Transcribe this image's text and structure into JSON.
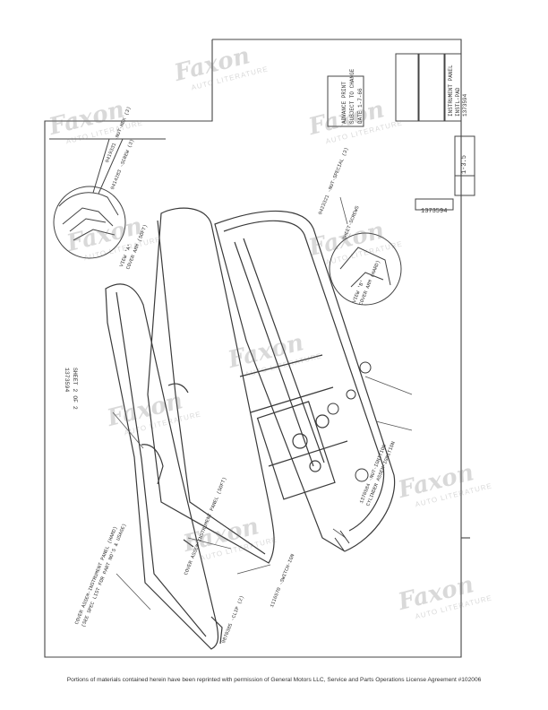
{
  "drawing": {
    "part_number": "1373594",
    "sheet_note": "SHEET 2 OF 2",
    "advance_print": [
      "ADVANCE PRINT",
      "SUBJECT TO CHANGE",
      "DATE 1-7-66"
    ],
    "title_block": [
      "INSTRUMENT PANEL",
      "INSTL-PAD",
      "1373594"
    ],
    "revision": "1-3.5",
    "callouts": {
      "cover_hard": "COVER ASSEM-INSTRUMENT PANEL (HARD)",
      "cover_hard_note": "(SEE SPEC LIST FOR PART NO'S & USAGE)",
      "cover_soft": "COVER ASSEM-INSTRUMENT PANEL (SOFT)",
      "clip": "9870385 -CLIP (2)",
      "switch": "1116570 -SWITCH-IGN",
      "nut": "1370584 -NUT-IGNITION",
      "cylinder": "CYLINDER ASSEM-IGNITION",
      "nut_special": "9423321 -NUT-SPECIAL (3)",
      "sheet_screw": "SHEET-SCREWS",
      "nut_hex": "9419331 -NUT-HEX (3)",
      "screw": "9414283 -SCREW (3)",
      "view_a": "VIEW 'A'",
      "view_a_sub": "COVER ARM (SOFT)",
      "view_b": "VIEW 'B'",
      "view_b_sub": "COVER ARM (HARD)"
    },
    "footer": "Portions of materials contained herein have been reprinted with permission of General Motors LLC, Service and Parts Operations License Agreement #102006",
    "watermark": {
      "brand": "Faxon",
      "sub": "AUTO LITERATURE"
    }
  }
}
